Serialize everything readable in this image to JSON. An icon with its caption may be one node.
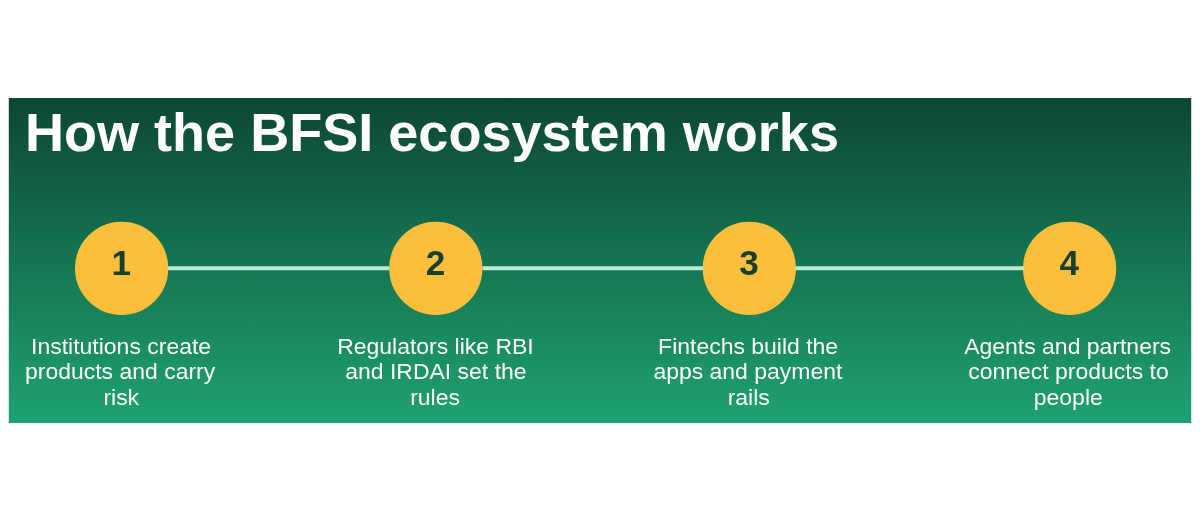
{
  "diagram": {
    "title": "How the BFSI ecosystem works",
    "nodes": [
      {
        "text": [
          "1"
        ],
        "beside": [
          "Institutions create products and carry risk"
        ]
      },
      {
        "text": [
          "2"
        ],
        "beside": [
          "Regulators like RBI and IRDAI set the rules"
        ]
      },
      {
        "text": [
          "3"
        ],
        "beside": [
          "Fintechs build the apps and payment rails"
        ]
      },
      {
        "text": [
          "4"
        ],
        "beside": [
          "Agents and partners connect products to people"
        ]
      }
    ],
    "edges": [
      {
        "from": 0,
        "to": 1,
        "arrow": "none"
      },
      {
        "from": 1,
        "to": 2,
        "arrow": "none"
      },
      {
        "from": 2,
        "to": 3,
        "arrow": "none"
      }
    ]
  }
}
